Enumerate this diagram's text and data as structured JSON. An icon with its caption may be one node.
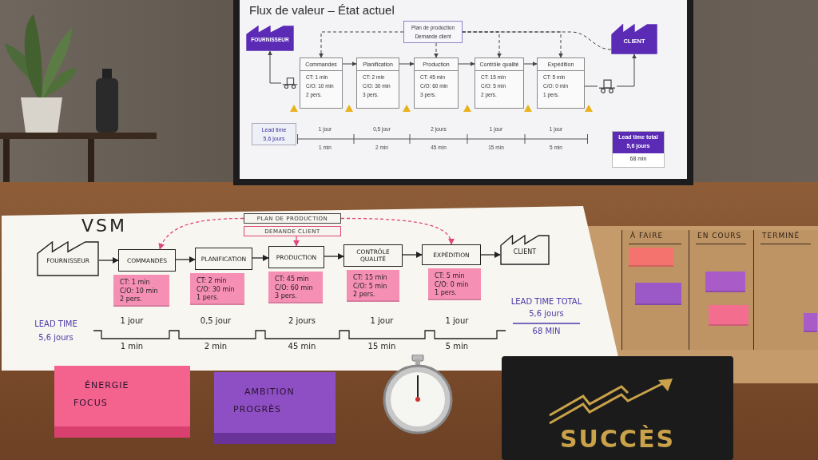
{
  "diagram": {
    "nodes": [
      {
        "text": [
          "Flux de valeur – État actuel"
        ]
      },
      {
        "text": [
          "FOURNISSEUR"
        ],
        "in": 0
      },
      {
        "text": [
          "Plan de production",
          "Demande client"
        ],
        "in": 0
      },
      {
        "text": [
          "Commandes",
          "CT: 1 min",
          "C/O: 10 min",
          "2 pers."
        ],
        "in": 0
      },
      {
        "text": [
          "Planification",
          "CT: 2 min",
          "C/O: 30 min",
          "3 pers."
        ],
        "in": 0
      },
      {
        "text": [
          "Production",
          "CT: 45 min",
          "C/O: 60 min",
          "3 pers."
        ],
        "in": 0
      },
      {
        "text": [
          "Contrôle qualité",
          "CT: 15 min",
          "C/O: 5 min",
          "2 pers."
        ],
        "in": 0
      },
      {
        "text": [
          "Expédition",
          "CT: 5 min",
          "C/O: 0 min",
          "1 pers."
        ],
        "in": 0
      },
      {
        "text": [
          "CLIENT"
        ],
        "in": 0
      },
      {
        "text": [],
        "shape": "picture",
        "in": 0
      },
      {
        "text": [],
        "shape": "picture",
        "in": 0
      },
      {
        "text": [
          "Lead time",
          "5,6 jours"
        ],
        "in": 0
      },
      {
        "text": [
          "Lead time total",
          "5,6 jours",
          "68 min"
        ],
        "in": 0
      },
      {
        "text": [
          "VSM"
        ]
      },
      {
        "text": [
          "FOURNISSEUR"
        ],
        "in": 13
      },
      {
        "text": [
          "PLAN DE PRODUCTION"
        ],
        "in": 13
      },
      {
        "text": [
          "DEMANDE CLIENT"
        ],
        "in": 13
      },
      {
        "text": [
          "COMMANDES"
        ],
        "in": 13
      },
      {
        "text": [
          "PLANIFICATION"
        ],
        "in": 13
      },
      {
        "text": [
          "PRODUCTION"
        ],
        "in": 13
      },
      {
        "text": [
          "CONTRÔLE QUALITÉ"
        ],
        "in": 13
      },
      {
        "text": [
          "EXPÉDITION"
        ],
        "in": 13
      },
      {
        "text": [
          "CLIENT"
        ],
        "in": 13
      },
      {
        "text": [
          "CT: 1 min",
          "C/O: 10 min",
          "2 pers."
        ],
        "in": 13
      },
      {
        "text": [
          "CT: 2 min",
          "C/O: 30 min",
          "1 pers."
        ],
        "in": 13
      },
      {
        "text": [
          "CT: 45 min",
          "C/O: 60 min",
          "3 pers."
        ],
        "in": 13
      },
      {
        "text": [
          "CT: 15 min",
          "C/O: 5 min",
          "2 pers."
        ],
        "in": 13
      },
      {
        "text": [
          "CT: 5 min",
          "C/O: 0 min",
          "1 pers."
        ],
        "in": 13
      },
      {
        "text": [
          "À FAIRE"
        ]
      },
      {
        "text": [
          "EN COURS"
        ]
      },
      {
        "text": [
          "TERMINÉ"
        ]
      },
      {
        "text": [],
        "shape": "box",
        "in": 28
      },
      {
        "text": [],
        "shape": "box",
        "in": 28
      },
      {
        "text": [],
        "shape": "box",
        "in": 29
      },
      {
        "text": [],
        "shape": "box",
        "in": 29
      },
      {
        "text": [],
        "shape": "box",
        "in": 30
      },
      {
        "text": [
          "ÉNERGIE",
          "FOCUS"
        ]
      },
      {
        "text": [
          "AMBITION",
          "PROGRÈS"
        ]
      },
      {
        "text": [
          "SUCCÈS"
        ]
      }
    ],
    "edges": [
      {
        "from": 9,
        "to": 1,
        "arrow": "to"
      },
      {
        "from": 3,
        "to": 4,
        "arrow": "to"
      },
      {
        "from": 4,
        "to": 5,
        "arrow": "to"
      },
      {
        "from": 5,
        "to": 6,
        "arrow": "to"
      },
      {
        "from": 6,
        "to": 7,
        "arrow": "to"
      },
      {
        "from": 7,
        "to": 10,
        "arrow": "none"
      },
      {
        "from": 10,
        "to": 8,
        "arrow": "to"
      },
      {
        "from": 2,
        "to": 5,
        "arrow": "to",
        "style": "dashed"
      },
      {
        "from": 2,
        "to": 3,
        "arrow": "to",
        "style": "dashed"
      },
      {
        "from": 2,
        "to": 6,
        "arrow": "to",
        "style": "dashed"
      },
      {
        "from": 2,
        "to": 7,
        "arrow": "to",
        "style": "dashed"
      },
      {
        "from": 8,
        "to": 2,
        "arrow": "none",
        "style": "dashed"
      },
      {
        "from": 14,
        "to": 17,
        "arrow": "to"
      },
      {
        "from": 17,
        "to": 18,
        "arrow": "to"
      },
      {
        "from": 18,
        "to": 19,
        "arrow": "to"
      },
      {
        "from": 19,
        "to": 20,
        "arrow": "to"
      },
      {
        "from": 20,
        "to": 21,
        "arrow": "to"
      },
      {
        "from": 21,
        "to": 22,
        "arrow": "to"
      },
      {
        "from": 16,
        "to": 19,
        "arrow": "to",
        "color": "#e0457b"
      },
      {
        "from": 15,
        "to": 17,
        "arrow": "to",
        "style": "dashed",
        "color": "#e0457b"
      },
      {
        "from": 15,
        "to": 21,
        "arrow": "to",
        "style": "dashed",
        "color": "#e0457b"
      }
    ],
    "labels": [
      "1 jour",
      "0,5 jour",
      "2 jours",
      "1 jour",
      "1 jour",
      "1 min",
      "2 min",
      "45 min",
      "15 min",
      "5 min",
      "LEAD TIME",
      "5,6 jours",
      "1 jour",
      "0,5 jour",
      "2 jours",
      "1 jour",
      "1 jour",
      "1 min",
      "2 min",
      "45 min",
      "15 min",
      "5 min",
      "LEAD TIME TOTAL",
      "5,6 jours",
      "68 MIN"
    ]
  }
}
